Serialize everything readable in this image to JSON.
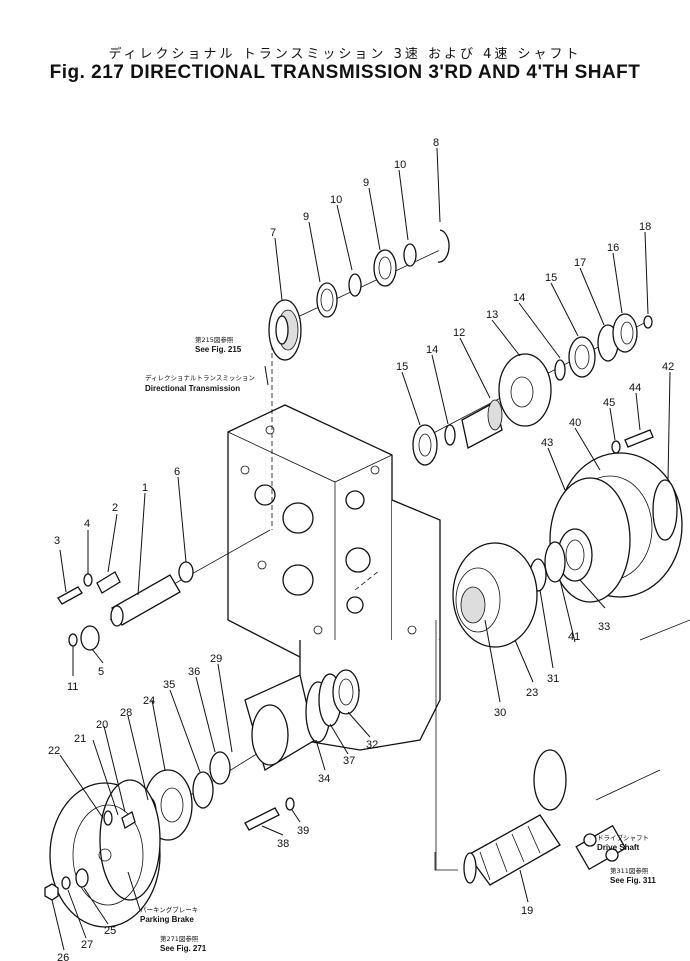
{
  "header": {
    "title_jp": "ディレクショナル トランスミッション 3速 および 4速 シャフト",
    "title_en": "Fig. 217 DIRECTIONAL TRANSMISSION 3'RD AND 4'TH SHAFT"
  },
  "callouts": [
    "1",
    "2",
    "3",
    "4",
    "5",
    "6",
    "7",
    "8",
    "9",
    "9",
    "10",
    "10",
    "11",
    "12",
    "13",
    "14",
    "14",
    "15",
    "15",
    "16",
    "17",
    "18",
    "19",
    "20",
    "21",
    "22",
    "23",
    "24",
    "25",
    "26",
    "27",
    "28",
    "29",
    "30",
    "31",
    "32",
    "33",
    "34",
    "35",
    "36",
    "37",
    "38",
    "39",
    "40",
    "41",
    "42",
    "43",
    "44",
    "45"
  ],
  "notes": {
    "ref_215": {
      "jp": "第215図参照",
      "en": "See Fig. 215"
    },
    "directional": {
      "jp": "ディレクショナルトランスミッション",
      "en": "Directional Transmission"
    },
    "drive_shaft": {
      "jp": "ドライブシャフト",
      "en": "Drive Shaft"
    },
    "ref_311": {
      "jp": "第311図参照",
      "en": "See Fig. 311"
    },
    "parking_brake": {
      "jp": "パーキングブレーキ",
      "en": "Parking Brake"
    },
    "ref_271": {
      "jp": "第271図参照",
      "en": "See Fig. 271"
    }
  }
}
